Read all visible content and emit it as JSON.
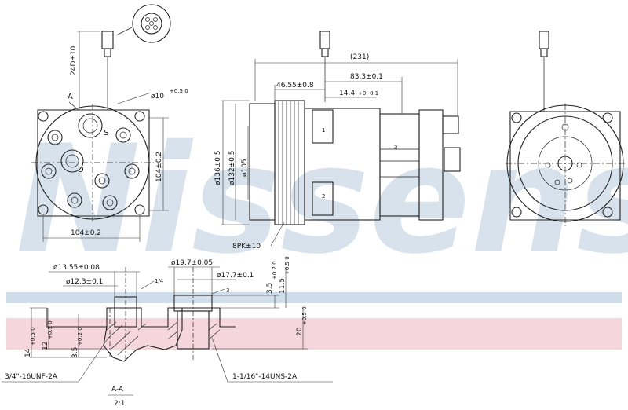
{
  "watermark": {
    "brand": "Nissens",
    "color_text": "#c7d6e6",
    "band_blue": "#cfdce9",
    "band_pink": "#f5d6dc"
  },
  "connector": {
    "dim_height": "24D±10"
  },
  "front_view": {
    "dim_pipe": "ø10",
    "dim_pipe_tol": "+0.5 0",
    "label_a": "A",
    "label_s": "S",
    "label_d": "D",
    "dim_height": "104±0.2",
    "dim_width": "104±0.2"
  },
  "side_view": {
    "dim_overall": "(231)",
    "dim_83": "83.3±0.1",
    "dim_46": "46.55±0.8",
    "dim_14": "14.4",
    "dim_14_tol": "+0 -0.1",
    "dim_136": "ø136±0.5",
    "dim_132": "ø132±0.5",
    "dim_105": "ø105",
    "dim_belt": "8PK±10",
    "label_1": "1",
    "label_2": "2",
    "label_3": "3"
  },
  "section": {
    "dim_13_55": "ø13.55±0.08",
    "dim_12_3": "ø12.3±0.1",
    "dim_19_7": "ø19.7±0.05",
    "dim_17_7": "ø17.7±0.1",
    "dim_3_5a": "3.5",
    "dim_3_5a_tol": "+0.2 0",
    "dim_11_5": "11.5",
    "dim_11_5_tol": "+0.5 0",
    "dim_20": "20",
    "dim_20_tol": "+0.5 0",
    "dim_14": "14",
    "dim_14_tol": "+0.5 0",
    "dim_12": "12",
    "dim_12_tol": "+0.5 0",
    "dim_3_5b": "3.5",
    "dim_3_5b_tol": "+0.2 0",
    "angle_a": "1/4",
    "angle_b": "3",
    "thread_left": "3/4\"-16UNF-2A",
    "thread_right": "1-1/16\"-14UNS-2A",
    "section_name": "A-A",
    "section_scale": "2:1"
  }
}
